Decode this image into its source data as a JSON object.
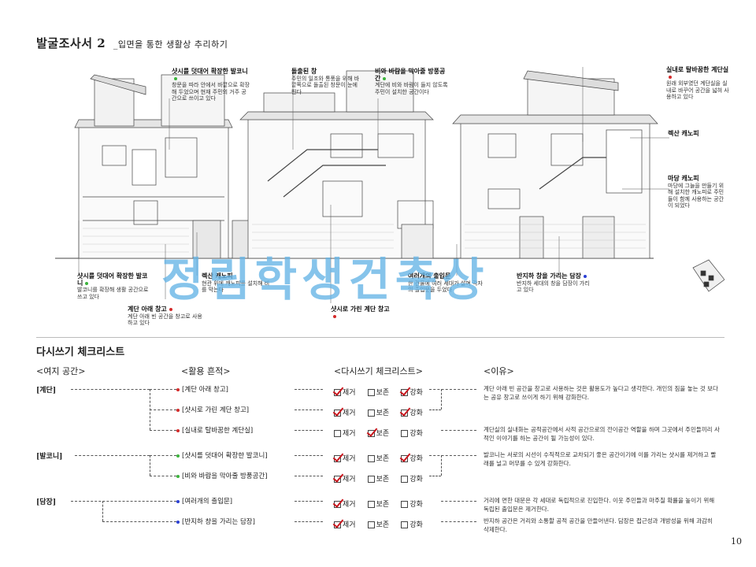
{
  "header": {
    "title": "발굴조사서 2",
    "subtitle": "_입면을 통한 생활상 추리하기"
  },
  "annotations": [
    {
      "label": "샷시를 덧대어 확장한 발코니",
      "dot": "green",
      "desc": "창문을 따라 안에서 바깥으로 확장해 두었으며 현재 주민의 거주 공간으로 쓰이고 있다"
    },
    {
      "label": "돌출된 창",
      "dot": "",
      "desc": "주민의 일조와 통풍을 위해 바깥쪽으로 돌출된 창문이 눈에 띈다"
    },
    {
      "label": "비와 바람을 막아줄 방풍공간",
      "dot": "green",
      "desc": "계단에 비와 바람이 들지 않도록 주민이 설치한 공간이다"
    },
    {
      "label": "실내로 탈바꿈한 계단실",
      "dot": "red",
      "desc": "원래 외부였던 계단실을 실내로 바꾸어 공간을 넓혀 사용하고 있다"
    },
    {
      "label": "렉산 캐노피",
      "dot": "",
      "desc": ""
    },
    {
      "label": "마당 캐노피",
      "dot": "",
      "desc": "마당에 그늘을 만들기 위해 설치한 캐노피로 주민들이 함께 사용하는 공간이 되었다"
    },
    {
      "label": "샷시를 덧대어 확장한 발코니",
      "dot": "green",
      "desc": "발코니를 확장해 생활 공간으로 쓰고 있다"
    },
    {
      "label": "계단 아래 창고",
      "dot": "red",
      "desc": "계단 아래 빈 공간을 창고로 사용하고 있다"
    },
    {
      "label": "렉산 캐노피",
      "dot": "",
      "desc": "현관 위에 캐노피를 설치해 비를 막는다"
    },
    {
      "label": "샷시로 가린 계단 창고",
      "dot": "red",
      "desc": ""
    },
    {
      "label": "여러개의 출입문",
      "dot": "",
      "desc": "한 건물에 여러 세대가 살며 각자의 출입문을 두었다"
    },
    {
      "label": "반지하 창을 가리는 담장",
      "dot": "blue",
      "desc": "반지하 세대의 창을 담장이 가리고 있다"
    }
  ],
  "watermark": "정림학생건축상",
  "checklist": {
    "title": "다시쓰기 체크리스트",
    "headers": [
      "<여지 공간>",
      "<활용 흔적>",
      "<다시쓰기 체크리스트>",
      "<이유>"
    ],
    "options": [
      "제거",
      "보존",
      "강화"
    ],
    "categories": [
      {
        "name": "[계단]",
        "rows": [
          {
            "trace": "[계단 아래 창고]",
            "dot": "red",
            "checks": [
              true,
              false,
              true
            ],
            "reason": "계단 아래 빈 공간을 창고로 사용하는 것은 활용도가 높다고 생각한다. 개인의 짐을 놓는 것 보다는 공유 창고로 쓰이게 하기 위해 강화한다."
          },
          {
            "trace": "[샷시로 가린 계단 창고]",
            "dot": "red",
            "checks": [
              true,
              false,
              true
            ],
            "reason": ""
          },
          {
            "trace": "[실내로 탈바꿈한 계단실]",
            "dot": "red",
            "checks": [
              false,
              true,
              false
            ],
            "reason": "계단실의 실내화는 공적공간에서 사적 공간으로의 전이공간 역할을 하며 그곳에서 주민들끼리 사적인 이야기를 하는 공간이 될 가능성이 있다."
          }
        ]
      },
      {
        "name": "[발코니]",
        "rows": [
          {
            "trace": "[샷시를 덧대어 확장한 발코니]",
            "dot": "green",
            "checks": [
              true,
              false,
              true
            ],
            "reason": "발코니는 서로의 시선이 수직적으로 교차되기 좋은 공간이기에 이를 가리는 샷시를 제거하고 빨래를 널고 머무를 수 있게 강화한다."
          },
          {
            "trace": "[비와 바람을 막아줄 방풍공간]",
            "dot": "green",
            "checks": [
              true,
              false,
              false
            ],
            "reason": ""
          }
        ]
      },
      {
        "name": "[담장]",
        "rows": [
          {
            "trace": "[여러개의 출입문]",
            "dot": "blue",
            "checks": [
              true,
              false,
              false
            ],
            "reason": "거리에 면한 대문은 각 세대로 독립적으로 진입한다. 이웃 주민들과 마주칠 확률을 높이기 위해 독립된 출입문은 제거한다."
          },
          {
            "trace": "[반지하 창을 가리는 담장]",
            "dot": "blue",
            "checks": [
              true,
              false,
              false
            ],
            "reason": "반지하 공간은 거리와 소통할 공적 공간을 만들어낸다. 담장은 접근성과 개방성을 위해 과감히 삭제한다."
          }
        ]
      }
    ]
  },
  "page_number": "10",
  "colors": {
    "green": "#3cb33c",
    "red": "#d42a2a",
    "blue": "#2a3fd4",
    "check": "#c8161d",
    "watermark": "#64b4e6"
  }
}
